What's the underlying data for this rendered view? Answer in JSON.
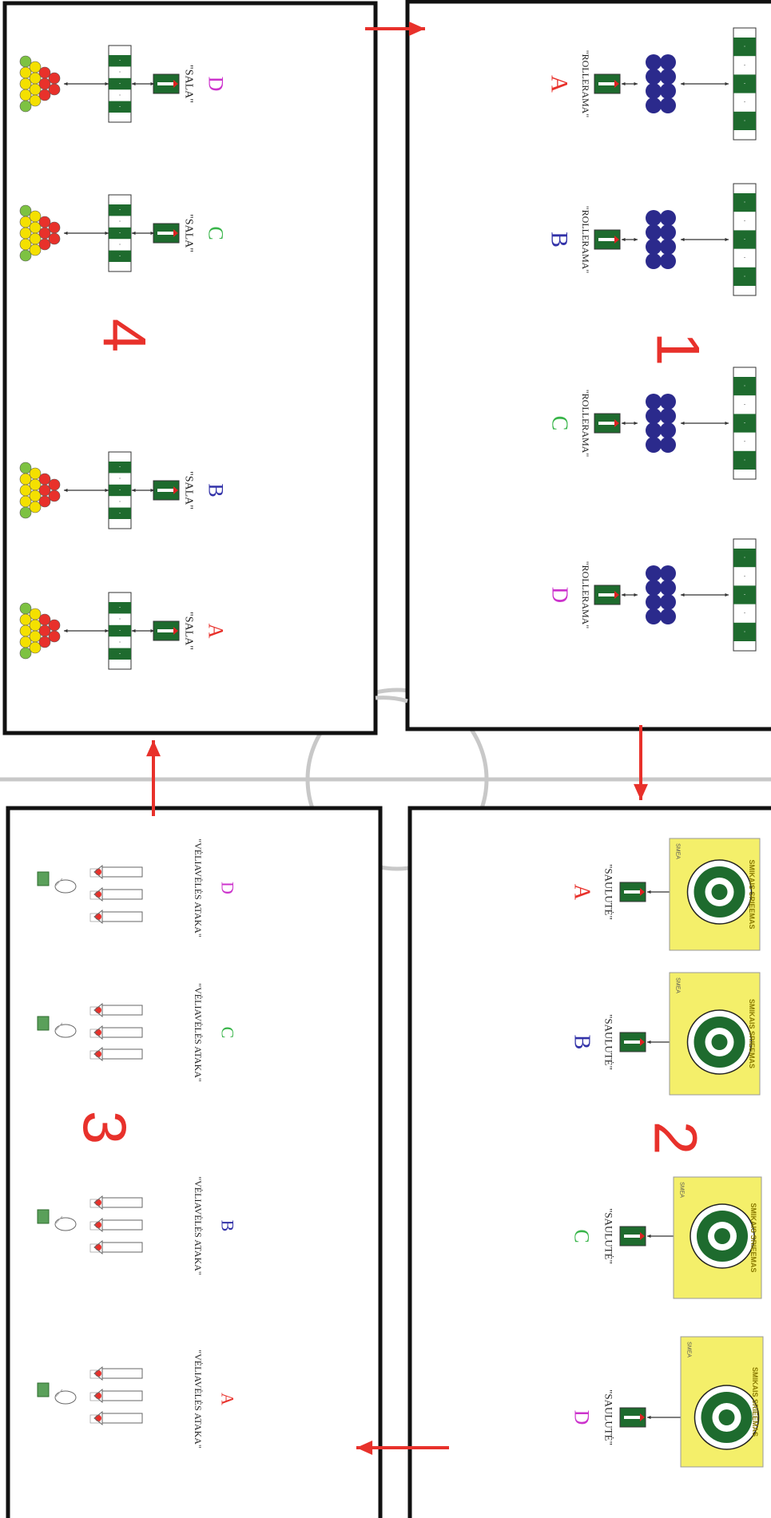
{
  "colors": {
    "red": "#e8312b",
    "blue": "#3232a8",
    "green": "#39b54a",
    "magenta": "#cc33cc",
    "dark_green": "#1e6b2e",
    "navy_ball": "#2b2a8c",
    "yellow_mat": "#f4ef6a",
    "court_line": "#c8c8c8",
    "frame": "#111111"
  },
  "station_numbers": [
    "1",
    "2",
    "3",
    "4"
  ],
  "teams": [
    "A",
    "B",
    "C",
    "D"
  ],
  "stations": {
    "s1": {
      "number": "1",
      "game": "\"ROLLERAMA\"",
      "teams": [
        "A",
        "B",
        "C",
        "D"
      ]
    },
    "s2": {
      "number": "2",
      "game": "\"SAULUTĖ\"",
      "teams": [
        "A",
        "B",
        "C",
        "D"
      ]
    },
    "s3": {
      "number": "3",
      "game": "\"VĖLIAVĖLĖS ATAKA\"",
      "teams": [
        "A",
        "B",
        "C",
        "D"
      ]
    },
    "s4": {
      "number": "4",
      "game": "\"SALA\"",
      "teams": [
        "A",
        "B",
        "C",
        "D"
      ]
    }
  },
  "mat_texts": {
    "top": "SMIKAIS SRIEEMAS",
    "corner": "SMEA"
  },
  "icons": [
    "team-marker-icon",
    "ball-cluster-icon",
    "number-board-icon",
    "target-icon",
    "flag-icon",
    "cone-icon",
    "arrow-icon",
    "ball-pyramid-icon"
  ]
}
